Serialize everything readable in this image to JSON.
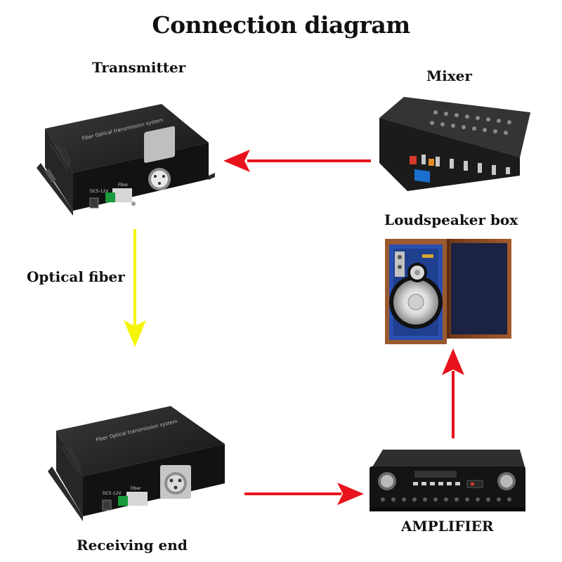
{
  "title": "Connection diagram",
  "nodes": {
    "transmitter": {
      "label": "Transmitter",
      "device_text": "Fiber Optical transmission system",
      "port_text": "DC5-12V",
      "fiber_text": "Fiber"
    },
    "mixer": {
      "label": "Mixer"
    },
    "speaker": {
      "label": "Loudspeaker box"
    },
    "receiver": {
      "label": "Receiving end",
      "device_text": "Fiber Optical transmission system",
      "port_text": "DC5-12V",
      "fiber_text": "Fiber"
    },
    "amplifier": {
      "label": "AMPLIFIER"
    }
  },
  "links": {
    "optical_fiber": {
      "label": "Optical fiber"
    }
  },
  "colors": {
    "signal_arrow": "#e8121c",
    "fiber_arrow": "#f5f50a",
    "device_body": "#1d1d1d",
    "speaker_front": "#1f3f8f",
    "speaker_wood": "#8a4a24"
  }
}
